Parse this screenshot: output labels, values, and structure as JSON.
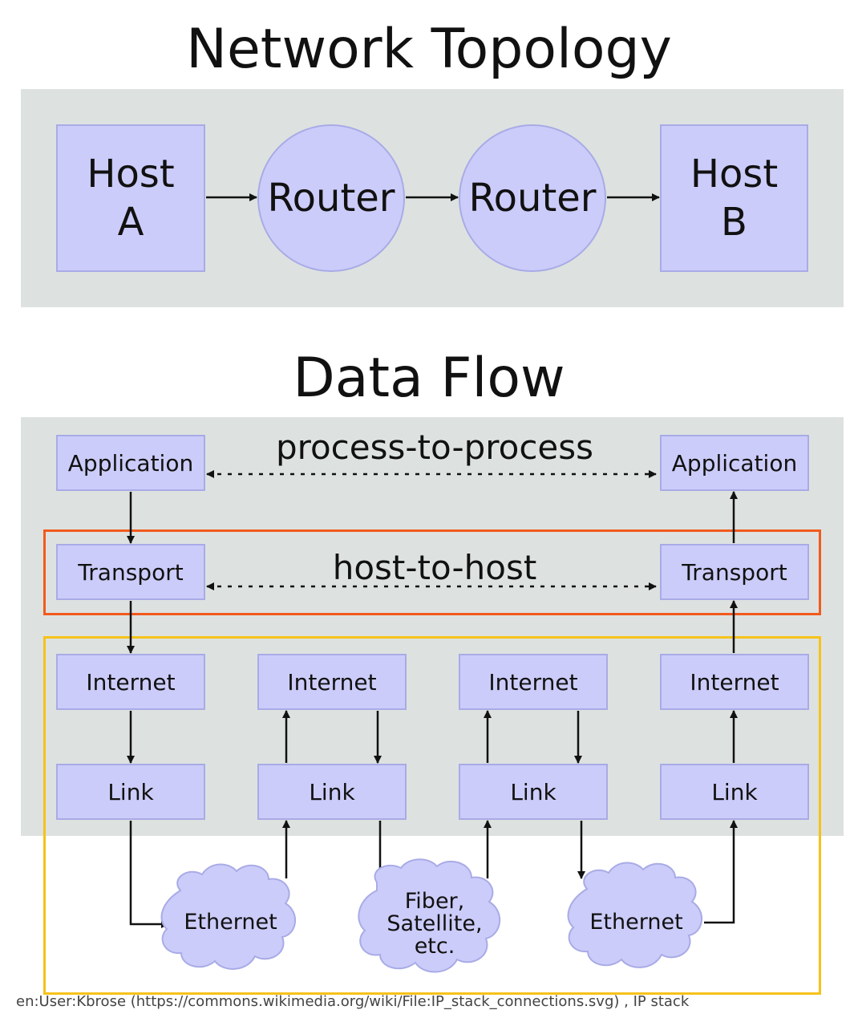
{
  "topology": {
    "title": "Network Topology",
    "nodes": [
      {
        "id": "host-a",
        "label": "Host A",
        "line1": "Host",
        "line2": "A"
      },
      {
        "id": "router-1",
        "label": "Router"
      },
      {
        "id": "router-2",
        "label": "Router"
      },
      {
        "id": "host-b",
        "label": "Host B",
        "line1": "Host",
        "line2": "B"
      }
    ]
  },
  "dataflow": {
    "title": "Data Flow",
    "process_label": "process-to-process",
    "host_label": "host-to-host",
    "columns": [
      {
        "application": "Application",
        "transport": "Transport",
        "internet": "Internet",
        "link": "Link"
      },
      {
        "internet": "Internet",
        "link": "Link"
      },
      {
        "internet": "Internet",
        "link": "Link"
      },
      {
        "application": "Application",
        "transport": "Transport",
        "internet": "Internet",
        "link": "Link"
      }
    ],
    "media": [
      {
        "label": "Ethernet"
      },
      {
        "line1": "Fiber,",
        "line2": "Satellite,",
        "line3": "etc."
      },
      {
        "label": "Ethernet"
      }
    ],
    "colors": {
      "panel": "#dde2e0",
      "box_fill": "#ccccfa",
      "box_border": "#a9abe6",
      "host_to_host_frame": "#f25a1c",
      "link_frame": "#f6c21a"
    }
  },
  "credit": "en:User:Kbrose (https://commons.wikimedia.org/wiki/File:IP_stack_connections.svg) , IP stack"
}
